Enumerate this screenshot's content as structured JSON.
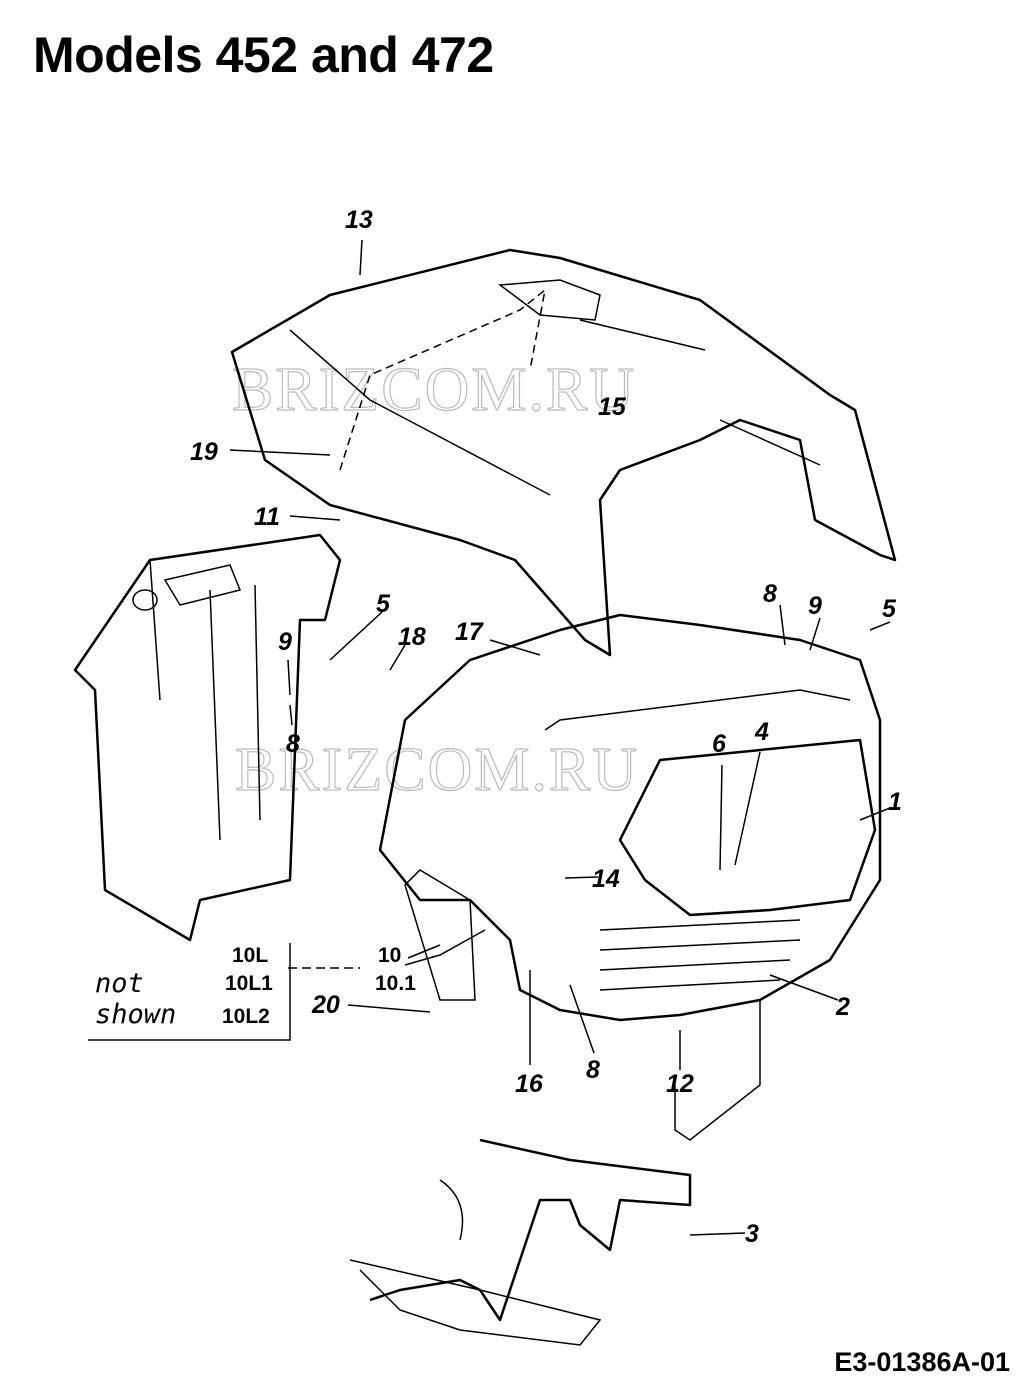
{
  "title": "Models 452 and 472",
  "diagram_code": "E3-01386A-01",
  "watermark": "BRIZCOM.RU",
  "not_shown": {
    "label_line1": "not",
    "label_line2": "shown",
    "parts": [
      "10L",
      "10L1",
      "10L2"
    ]
  },
  "callouts": {
    "c13": "13",
    "c15": "15",
    "c19": "19",
    "c11": "11",
    "c5a": "5",
    "c18": "18",
    "c9a": "9",
    "c8a": "8",
    "c17": "17",
    "c8b": "8",
    "c9b": "9",
    "c5b": "5",
    "c6": "6",
    "c4": "4",
    "c1": "1",
    "c14": "14",
    "c10": "10",
    "c10_1": "10.1",
    "c20": "20",
    "c2": "2",
    "c16": "16",
    "c8c": "8",
    "c12": "12",
    "c3": "3"
  }
}
